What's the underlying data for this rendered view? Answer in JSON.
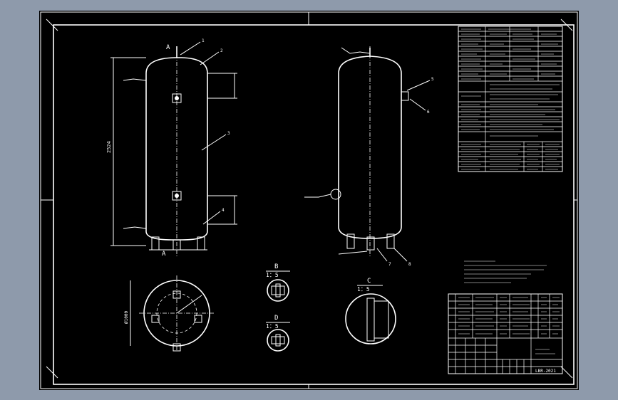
{
  "drawing": {
    "section_front": "A",
    "section_front_bottom": "A",
    "detail_b_label": "B",
    "detail_b_scale": "1：5",
    "detail_c_label": "C",
    "detail_c_scale": "1：5",
    "detail_d_label": "D",
    "detail_d_scale": "1：5",
    "dim_height": "2524",
    "dim_diameter": "Ø1000",
    "balloons": [
      "1",
      "2",
      "3",
      "4",
      "5",
      "6",
      "7",
      "8"
    ],
    "drawing_number": "LBR-2021"
  },
  "colors": {
    "background": "#8e9aab",
    "sheet": "#000000",
    "ink": "#ffffff"
  }
}
